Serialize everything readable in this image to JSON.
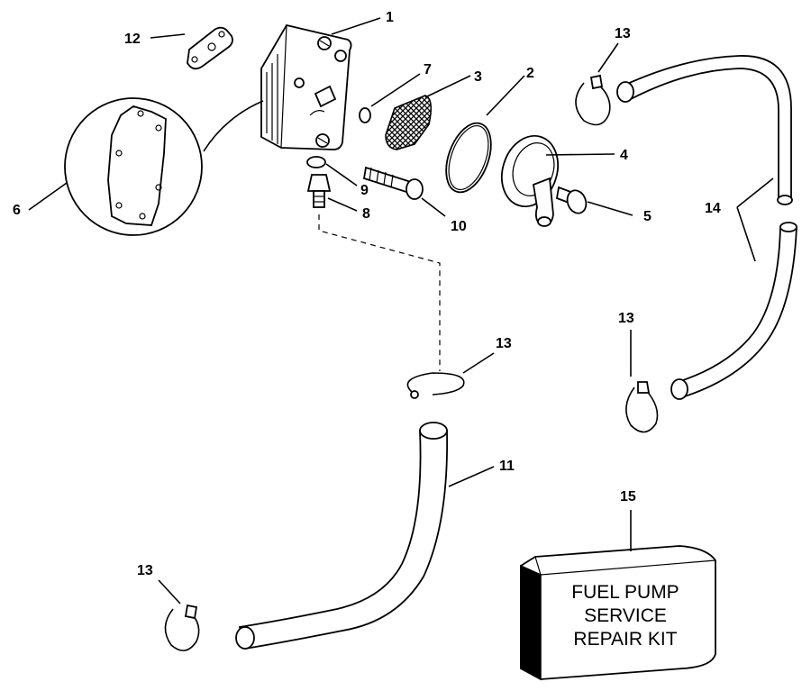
{
  "diagram": {
    "callouts": {
      "c1": "1",
      "c2": "2",
      "c3": "3",
      "c4": "4",
      "c5": "5",
      "c6": "6",
      "c7": "7",
      "c8": "8",
      "c9": "9",
      "c10": "10",
      "c11": "11",
      "c12": "12",
      "c13a": "13",
      "c13b": "13",
      "c13c": "13",
      "c13d": "13",
      "c14": "14",
      "c15": "15"
    },
    "kit_label": {
      "line1": "FUEL PUMP",
      "line2": "SERVICE",
      "line3": "REPAIR KIT"
    }
  }
}
